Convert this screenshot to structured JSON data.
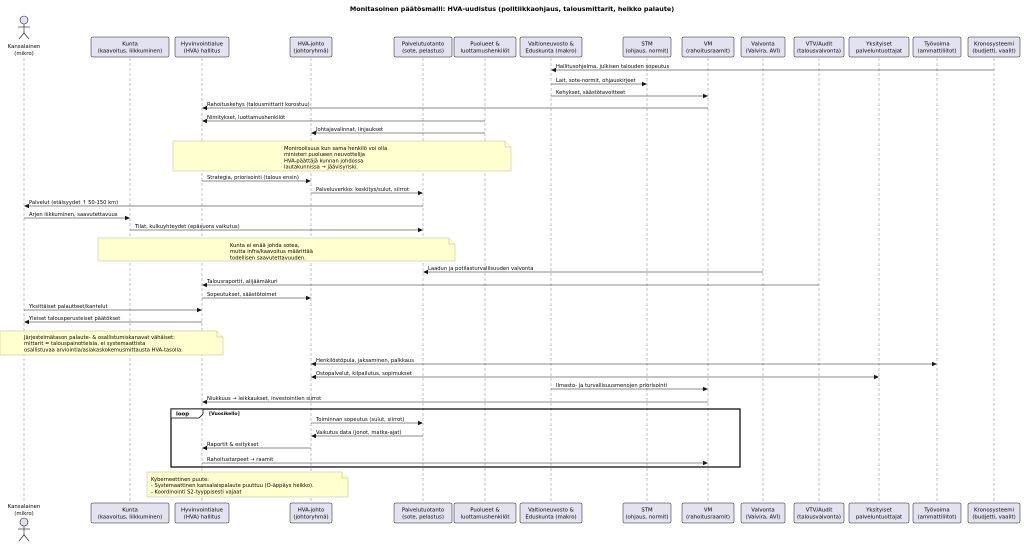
{
  "title": "Monitasoinen päätösmalli: HVA-uudistus (politiikkaohjaus, talousmittarit, heikko palaute)",
  "participants": [
    {
      "id": "kansalainen",
      "lines": [
        "Kansalainen",
        "(mikro)"
      ],
      "kind": "actor"
    },
    {
      "id": "kunta",
      "lines": [
        "Kunta",
        "(kaavoitus, liikkuminen)"
      ],
      "kind": "box"
    },
    {
      "id": "hva",
      "lines": [
        "Hyvinvointialue",
        "(HVA) hallitus"
      ],
      "kind": "box"
    },
    {
      "id": "hvajohto",
      "lines": [
        "HVA-johto",
        "(johtoryhmä)"
      ],
      "kind": "box"
    },
    {
      "id": "palvelut",
      "lines": [
        "Palvelutuotanto",
        "(sote, pelastus)"
      ],
      "kind": "box"
    },
    {
      "id": "puolueet",
      "lines": [
        "Puolueet &",
        "luottamushenkilöt"
      ],
      "kind": "box"
    },
    {
      "id": "valtioneuvosto",
      "lines": [
        "Valtioneuvosto &",
        "Eduskunta (makro)"
      ],
      "kind": "box"
    },
    {
      "id": "stm",
      "lines": [
        "STM",
        "(ohjaus, normit)"
      ],
      "kind": "box"
    },
    {
      "id": "vm",
      "lines": [
        "VM",
        "(rahoitusraamit)"
      ],
      "kind": "box"
    },
    {
      "id": "valvonta",
      "lines": [
        "Valvonta",
        "(Valvira, AVI)"
      ],
      "kind": "box"
    },
    {
      "id": "vtv",
      "lines": [
        "VTV/Audit",
        "(talousvalvonta)"
      ],
      "kind": "box"
    },
    {
      "id": "yksityiset",
      "lines": [
        "Yksityiset",
        "palveluntuottajat"
      ],
      "kind": "box"
    },
    {
      "id": "tyovoima",
      "lines": [
        "Työvoima",
        "(ammattiliitot)"
      ],
      "kind": "box"
    },
    {
      "id": "kronos",
      "lines": [
        "Kronosysteemi",
        "(budjetti, vaalit)"
      ],
      "kind": "box"
    }
  ],
  "messages": [
    {
      "from": "kronos",
      "to": "valtioneuvosto",
      "text": "Hallitusohjelma, julkisen talouden sopeutus"
    },
    {
      "from": "valtioneuvosto",
      "to": "stm",
      "text": "Lait, sote-normit, ohjauskirjeet"
    },
    {
      "from": "valtioneuvosto",
      "to": "vm",
      "text": "Kehykset, säästötavoitteet"
    },
    {
      "from": "vm",
      "to": "hva",
      "text": "Rahoituskehys (talousmittarit korostuu)"
    },
    {
      "from": "puolueet",
      "to": "hva",
      "text": "Nimitykset, luottamushenkilöt"
    },
    {
      "from": "puolueet",
      "to": "hvajohto",
      "text": "Johtajavalinnat, linjaukset"
    },
    {
      "note": 0
    },
    {
      "from": "hva",
      "to": "hvajohto",
      "text": "Strategia, priorisointi (talous ensin)"
    },
    {
      "from": "hvajohto",
      "to": "palvelut",
      "text": "Palveluverkko: keskitys/sulut, siirrot"
    },
    {
      "from": "palvelut",
      "to": "kansalainen",
      "text": "Palvelut (etäisyydet ↑ 50-150 km)"
    },
    {
      "from": "kansalainen",
      "to": "kunta",
      "text": "Arjen liikkuminen, saavutettavuus"
    },
    {
      "from": "kunta",
      "to": "palvelut",
      "text": "Tilat, kulkuyhteydet (epäsuora vaikutus)"
    },
    {
      "note": 1
    },
    {
      "from": "valvonta",
      "to": "palvelut",
      "text": "Laadun ja potilasturvallisuuden valvonta"
    },
    {
      "from": "vtv",
      "to": "hva",
      "text": "Talousraportit, alijäämäkuri"
    },
    {
      "from": "hva",
      "to": "hvajohto",
      "text": "Sopeutukset, säästötoimet"
    },
    {
      "from": "kansalainen",
      "to": "hva",
      "text": "Yksittäiset palautteet/kantelut"
    },
    {
      "from": "hva",
      "to": "kansalainen",
      "text": "Yleiset talousperusteiset päätökset"
    },
    {
      "note": 2
    },
    {
      "from": "hvajohto",
      "to": "tyovoima",
      "text": "Henkilöstöpula, jaksaminen, palkkaus",
      "both": true
    },
    {
      "from": "hvajohto",
      "to": "yksityiset",
      "text": "Ostopalvelut, kilpailutus, sopimukset",
      "both": true
    },
    {
      "from": "valtioneuvosto",
      "to": "vm",
      "text": "Ilmasto- ja turvallisuusmenojen priorisointi"
    },
    {
      "from": "vm",
      "to": "hva",
      "text": "Niukkuus → leikkaukset, investointien siirrot"
    },
    {
      "from": "hvajohto",
      "to": "palvelut",
      "text": "Toiminnan sopeutus (sulut, siirrot)"
    },
    {
      "from": "palvelut",
      "to": "hvajohto",
      "text": "Vaikutus data (jonot, matka-ajat)"
    },
    {
      "from": "hvajohto",
      "to": "hva",
      "text": "Raportit & esitykset"
    },
    {
      "from": "hva",
      "to": "vm",
      "text": "Rahoitustarpeet → raamit"
    },
    {
      "note": 3
    }
  ],
  "notes": [
    {
      "lines": [
        "Moniroolisuus kun sama henkilö voi olla",
        "ministeri  puolueen neuvottelija",
        "HVA-päättäjä  kunnan johdossa",
        "lautakunnissa → jäävisyriski."
      ]
    },
    {
      "lines": [
        "Kunta ei enää johda sotea,",
        "mutta infra/kaavoitus määrittää",
        "todellisen saavutettavuuden."
      ]
    },
    {
      "lines": [
        "Järjestelmätason palaute- & osallistumiskanavat vähäiset:",
        "mittarit = talouspainotteisia, ei systemaattista",
        "osallistuvaa arviointia/asiakaskokemusmittausta HVA-tasolla."
      ]
    },
    {
      "lines": [
        "Kyberneettinen puute:",
        "- Systemaattinen kansalaispalaute puuttuu (O-äppäys heikko).",
        "- Koordinointi S2-tyyppisesti vajaat"
      ]
    }
  ],
  "loop": {
    "label": "loop",
    "condition": "[Vuosikello]"
  }
}
